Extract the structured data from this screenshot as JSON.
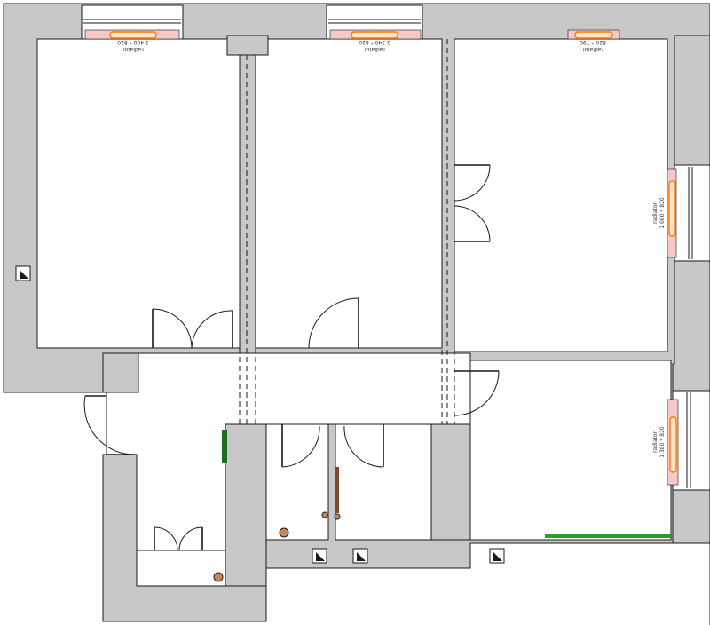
{
  "plan": {
    "colors": {
      "wall": "#c8c8c8",
      "radiator_fill": "#f7c8c8",
      "radiator_fin": "#ff7a00",
      "baseboard": "#2a9d2a",
      "pipe": "#c8865a",
      "cabinet": "#1f6e1f"
    },
    "radiators": [
      {
        "id": "radiator-room-1",
        "dimension": "1 400 * 820",
        "label": "radiator"
      },
      {
        "id": "radiator-room-2",
        "dimension": "1 340 * 820",
        "label": "radiator"
      },
      {
        "id": "radiator-room-3",
        "dimension": "820 * 790",
        "label": "radiator"
      },
      {
        "id": "radiator-room-3-side",
        "dimension": "1 080 * 820",
        "label": "radiator"
      },
      {
        "id": "radiator-room-4-side",
        "dimension": "1 380 * 820",
        "label": "radiator"
      }
    ],
    "icons": [
      "ventilation-shaft-icon",
      "pipe-riser-icon",
      "door-swing-icon",
      "window-icon",
      "radiator-icon"
    ]
  }
}
